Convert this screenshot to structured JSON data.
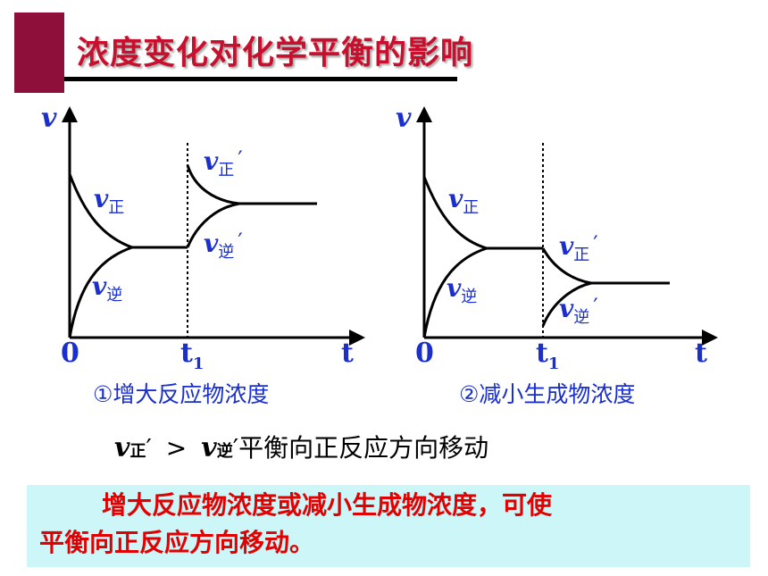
{
  "title": "浓度变化对化学平衡的影响",
  "colors": {
    "accent": "#8e0f3a",
    "title": "#c8102e",
    "label": "#1a2fcc",
    "conclusion_text": "#e30000",
    "conclusion_bg": "#ccf6f8"
  },
  "graphs": [
    {
      "y_axis": "v",
      "x_axis": "t",
      "origin": "0",
      "t_mark": "t",
      "t_sub": "1",
      "forward": {
        "v": "v",
        "sub": "正"
      },
      "reverse": {
        "v": "v",
        "sub": "逆"
      },
      "forward_new": {
        "v": "v",
        "sub": "正",
        "prime": "′"
      },
      "reverse_new": {
        "v": "v",
        "sub": "逆",
        "prime": "′"
      },
      "caption": "①增大反应物浓度"
    },
    {
      "y_axis": "v",
      "x_axis": "t",
      "origin": "0",
      "t_mark": "t",
      "t_sub": "1",
      "forward": {
        "v": "v",
        "sub": "正"
      },
      "reverse": {
        "v": "v",
        "sub": "逆"
      },
      "forward_new": {
        "v": "v",
        "sub": "正",
        "prime": "′"
      },
      "reverse_new": {
        "v": "v",
        "sub": "逆",
        "prime": "′"
      },
      "caption": "②减小生成物浓度"
    }
  ],
  "relation": {
    "left_v": "v",
    "left_sub": "正",
    "left_prime": "′",
    "gt": ">",
    "right_v": "v",
    "right_sub": "逆",
    "right_prime": "′",
    "text": "平衡向正反应方向移动"
  },
  "conclusion": {
    "line1": "增大反应物浓度或减小生成物浓度，可使",
    "line2": "平衡向正反应方向移动。"
  }
}
